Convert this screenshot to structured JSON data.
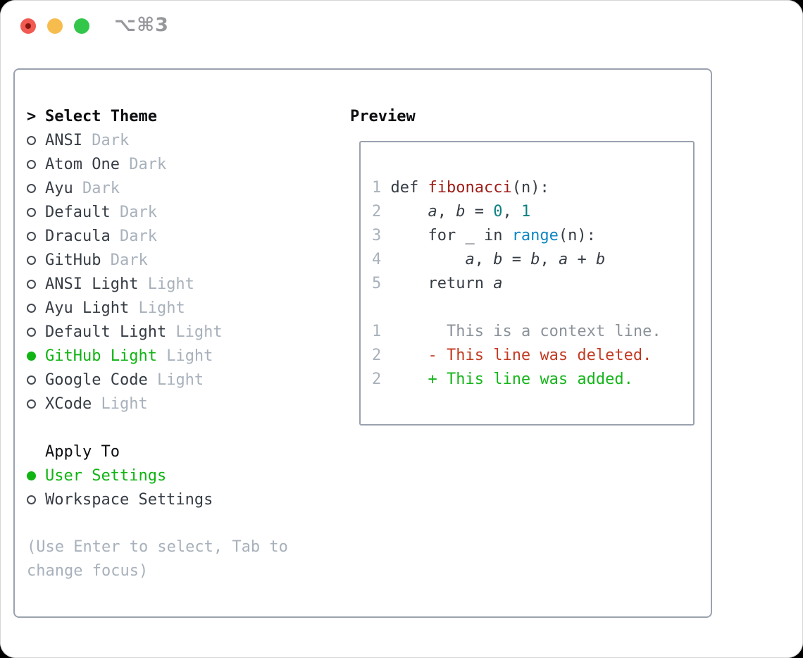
{
  "window": {
    "title": "⌥⌘3",
    "traffic_lights": [
      "close",
      "minimize",
      "zoom"
    ]
  },
  "theme_picker": {
    "header_marker": ">",
    "header": "Select Theme",
    "themes": [
      {
        "name": "ANSI",
        "variant": "Dark",
        "selected": false
      },
      {
        "name": "Atom One",
        "variant": "Dark",
        "selected": false
      },
      {
        "name": "Ayu",
        "variant": "Dark",
        "selected": false
      },
      {
        "name": "Default",
        "variant": "Dark",
        "selected": false
      },
      {
        "name": "Dracula",
        "variant": "Dark",
        "selected": false
      },
      {
        "name": "GitHub",
        "variant": "Dark",
        "selected": false
      },
      {
        "name": "ANSI Light",
        "variant": "Light",
        "selected": false
      },
      {
        "name": "Ayu Light",
        "variant": "Light",
        "selected": false
      },
      {
        "name": "Default Light",
        "variant": "Light",
        "selected": false
      },
      {
        "name": "GitHub Light",
        "variant": "Light",
        "selected": true
      },
      {
        "name": "Google Code",
        "variant": "Light",
        "selected": false
      },
      {
        "name": "XCode",
        "variant": "Light",
        "selected": false
      }
    ],
    "apply_header": "Apply To",
    "apply_options": [
      {
        "name": "User Settings",
        "selected": true
      },
      {
        "name": "Workspace Settings",
        "selected": false
      }
    ],
    "hint": "(Use Enter to select, Tab to change focus)"
  },
  "preview": {
    "title": "Preview",
    "lines": [
      {
        "num": "1",
        "kind": "code",
        "segments": [
          {
            "t": "def ",
            "c": "k"
          },
          {
            "t": "fibonacci",
            "c": "fn"
          },
          {
            "t": "(n):",
            "c": "p"
          }
        ]
      },
      {
        "num": "2",
        "kind": "code",
        "segments": [
          {
            "t": "    ",
            "c": "p"
          },
          {
            "t": "a",
            "c": "v"
          },
          {
            "t": ", ",
            "c": "p"
          },
          {
            "t": "b",
            "c": "v"
          },
          {
            "t": " = ",
            "c": "p"
          },
          {
            "t": "0",
            "c": "num"
          },
          {
            "t": ", ",
            "c": "p"
          },
          {
            "t": "1",
            "c": "num"
          }
        ]
      },
      {
        "num": "3",
        "kind": "code",
        "segments": [
          {
            "t": "    for _ in ",
            "c": "p"
          },
          {
            "t": "range",
            "c": "bi"
          },
          {
            "t": "(n):",
            "c": "p"
          }
        ]
      },
      {
        "num": "4",
        "kind": "code",
        "segments": [
          {
            "t": "        ",
            "c": "p"
          },
          {
            "t": "a",
            "c": "v"
          },
          {
            "t": ", ",
            "c": "p"
          },
          {
            "t": "b",
            "c": "v"
          },
          {
            "t": " = ",
            "c": "p"
          },
          {
            "t": "b",
            "c": "v"
          },
          {
            "t": ", ",
            "c": "p"
          },
          {
            "t": "a",
            "c": "v"
          },
          {
            "t": " + ",
            "c": "p"
          },
          {
            "t": "b",
            "c": "v"
          }
        ]
      },
      {
        "num": "5",
        "kind": "code",
        "segments": [
          {
            "t": "    return ",
            "c": "p"
          },
          {
            "t": "a",
            "c": "v"
          }
        ]
      },
      {
        "num": "",
        "kind": "blank",
        "segments": []
      },
      {
        "num": "1",
        "kind": "diff-context",
        "segments": [
          {
            "t": "      ",
            "c": "p"
          },
          {
            "t": "This is a context line.",
            "c": "ctx"
          }
        ]
      },
      {
        "num": "2",
        "kind": "diff-deleted",
        "segments": [
          {
            "t": "    ",
            "c": "p"
          },
          {
            "t": "- This line was deleted.",
            "c": "del"
          }
        ]
      },
      {
        "num": "2",
        "kind": "diff-added",
        "segments": [
          {
            "t": "    ",
            "c": "p"
          },
          {
            "t": "+ This line was added.",
            "c": "add"
          }
        ]
      }
    ]
  },
  "colors": {
    "accent_green": "#10b413",
    "added_green": "#16b51b",
    "deleted_red": "#c23b22",
    "function_red": "#9e1c17",
    "number_teal": "#0d8080",
    "builtin_blue": "#0e86c4",
    "muted_gray": "#a8b1bb",
    "context_gray": "#8b9299",
    "border_gray": "#9aa2ae",
    "traffic_red": "#f05a50",
    "traffic_yellow": "#f6bd4e",
    "traffic_green": "#32c74a"
  }
}
